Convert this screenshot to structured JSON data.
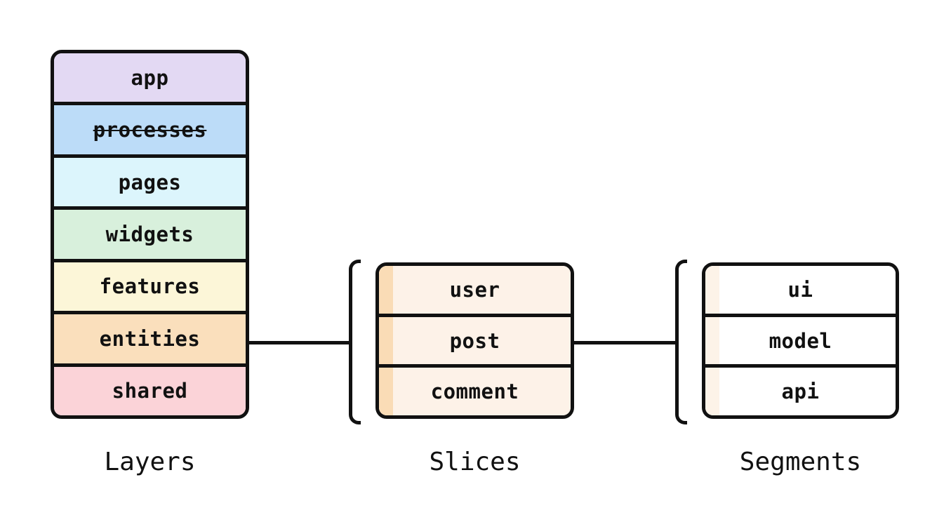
{
  "canvas": {
    "background": "#ffffff",
    "stroke": "#111111"
  },
  "layers": {
    "title": "Layers",
    "items": [
      {
        "label": "app",
        "color": "#e3d9f3",
        "deprecated": false
      },
      {
        "label": "processes",
        "color": "#bcdcf8",
        "deprecated": true
      },
      {
        "label": "pages",
        "color": "#dcf5fc",
        "deprecated": false
      },
      {
        "label": "widgets",
        "color": "#d8f0dc",
        "deprecated": false
      },
      {
        "label": "features",
        "color": "#fcf6d8",
        "deprecated": false
      },
      {
        "label": "entities",
        "color": "#fadfbc",
        "deprecated": false
      },
      {
        "label": "shared",
        "color": "#fbd3d8",
        "deprecated": false
      }
    ]
  },
  "slices": {
    "title": "Slices",
    "body_color": "#fdf2e8",
    "stripe_color": "#fadcb6",
    "items": [
      {
        "label": "user"
      },
      {
        "label": "post"
      },
      {
        "label": "comment"
      }
    ]
  },
  "segments": {
    "title": "Segments",
    "body_color": "#ffffff",
    "stripe_color": "#fdf3e8",
    "items": [
      {
        "label": "ui"
      },
      {
        "label": "model"
      },
      {
        "label": "api"
      }
    ]
  }
}
